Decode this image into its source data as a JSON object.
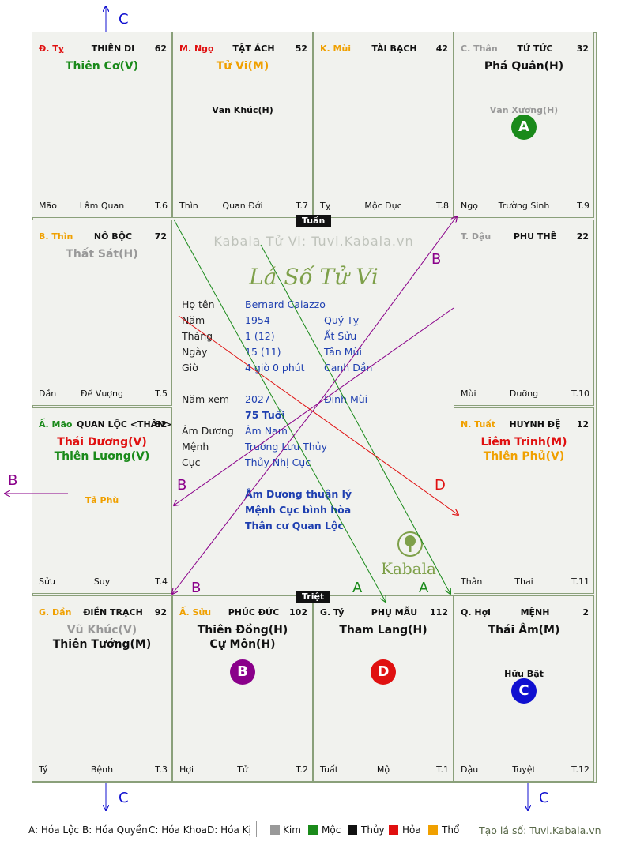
{
  "watermark": "Kabala Tử Vi: Tuvi.Kabala.vn",
  "chart_title": "Lá Số Tử Vi",
  "brand": "Kabala",
  "center_tags": {
    "top": "Tuần",
    "bottom": "Triệt"
  },
  "colors": {
    "moc": "#1a8a1a",
    "hoa": "#e01010",
    "tho": "#f0a000",
    "kim": "#999999",
    "thuy": "#111111",
    "purple": "#8a008a",
    "blue": "#1010d0"
  },
  "cells": [
    {
      "can": "Đ. Tỵ",
      "can_color": "#e01010",
      "palace": "THIÊN DI",
      "num": "62",
      "main": [
        {
          "t": "Thiên Cơ(V)",
          "c": "#1a8a1a"
        }
      ],
      "minors": [],
      "bl": "Mão",
      "bc": "Lâm Quan",
      "br": "T.6"
    },
    {
      "can": "M. Ngọ",
      "can_color": "#e01010",
      "palace": "TẬT ÁCH",
      "num": "52",
      "main": [
        {
          "t": "Tử Vi(M)",
          "c": "#f0a000"
        }
      ],
      "minors": [
        {
          "t": "Văn Khúc(H)",
          "c": "#111111"
        }
      ],
      "bl": "Thìn",
      "bc": "Quan Đới",
      "br": "T.7"
    },
    {
      "can": "K. Mùi",
      "can_color": "#f0a000",
      "palace": "TÀI BẠCH",
      "num": "42",
      "main": [],
      "minors": [],
      "bl": "Tỵ",
      "bc": "Mộc Dục",
      "br": "T.8"
    },
    {
      "can": "C. Thân",
      "can_color": "#999999",
      "palace": "TỬ TỨC",
      "num": "32",
      "main": [
        {
          "t": "Phá Quân(H)",
          "c": "#111111"
        }
      ],
      "minors": [
        {
          "t": "Văn Xương(H)",
          "c": "#999999"
        }
      ],
      "circle": {
        "label": "A",
        "color": "#1a8a1a"
      },
      "bl": "Ngọ",
      "bc": "Trường Sinh",
      "br": "T.9"
    },
    {
      "can": "B. Thìn",
      "can_color": "#f0a000",
      "palace": "NÔ BỘC",
      "num": "72",
      "main": [
        {
          "t": "Thất Sát(H)",
          "c": "#999999"
        }
      ],
      "minors": [],
      "bl": "Dần",
      "bc": "Đế Vượng",
      "br": "T.5"
    },
    {
      "can": "T. Dậu",
      "can_color": "#999999",
      "palace": "PHU THÊ",
      "num": "22",
      "main": [],
      "minors": [],
      "bl": "Mùi",
      "bc": "Dưỡng",
      "br": "T.10"
    },
    {
      "can": "Ấ. Mão",
      "can_color": "#1a8a1a",
      "palace": "QUAN LỘC <THÂN>",
      "num": "82",
      "main": [
        {
          "t": "Thái Dương(V)",
          "c": "#e01010"
        },
        {
          "t": "Thiên Lương(V)",
          "c": "#1a8a1a"
        }
      ],
      "minors": [
        {
          "t": "Tả Phù",
          "c": "#f0a000"
        }
      ],
      "bl": "Sửu",
      "bc": "Suy",
      "br": "T.4"
    },
    {
      "can": "N. Tuất",
      "can_color": "#f0a000",
      "palace": "HUYNH ĐỆ",
      "num": "12",
      "main": [
        {
          "t": "Liêm Trinh(M)",
          "c": "#e01010"
        },
        {
          "t": "Thiên Phủ(V)",
          "c": "#f0a000"
        }
      ],
      "minors": [],
      "bl": "Thân",
      "bc": "Thai",
      "br": "T.11"
    },
    {
      "can": "G. Dần",
      "can_color": "#f0a000",
      "palace": "ĐIỀN TRẠCH",
      "num": "92",
      "main": [
        {
          "t": "Vũ Khúc(V)",
          "c": "#999999"
        },
        {
          "t": "Thiên Tướng(M)",
          "c": "#111111"
        }
      ],
      "minors": [],
      "bl": "Tý",
      "bc": "Bệnh",
      "br": "T.3"
    },
    {
      "can": "Ấ. Sửu",
      "can_color": "#f0a000",
      "palace": "PHÚC ĐỨC",
      "num": "102",
      "main": [
        {
          "t": "Thiên Đồng(H)",
          "c": "#111111"
        },
        {
          "t": "Cự Môn(H)",
          "c": "#111111"
        }
      ],
      "minors": [],
      "circle": {
        "label": "B",
        "color": "#8a008a"
      },
      "bl": "Hợi",
      "bc": "Tử",
      "br": "T.2"
    },
    {
      "can": "G. Tý",
      "can_color": "#111111",
      "palace": "PHỤ MẪU",
      "num": "112",
      "main": [
        {
          "t": "Tham Lang(H)",
          "c": "#111111"
        }
      ],
      "minors": [],
      "circle": {
        "label": "D",
        "color": "#e01010"
      },
      "bl": "Tuất",
      "bc": "Mộ",
      "br": "T.1"
    },
    {
      "can": "Q. Hợi",
      "can_color": "#111111",
      "palace": "MỆNH",
      "num": "2",
      "main": [
        {
          "t": "Thái Âm(M)",
          "c": "#111111"
        }
      ],
      "minors": [
        {
          "t": "Hữu Bật",
          "c": "#111111"
        }
      ],
      "circle": {
        "label": "C",
        "color": "#1010d0"
      },
      "bl": "Dậu",
      "bc": "Tuyệt",
      "br": "T.12"
    }
  ],
  "info": {
    "ho_ten_label": "Họ tên",
    "ho_ten": "Bernard Caiazzo",
    "nam_label": "Năm",
    "nam": "1954",
    "nam_cc": "Quý Tỵ",
    "thang_label": "Tháng",
    "thang": "1  (12)",
    "thang_cc": "Ất Sửu",
    "ngay_label": "Ngày",
    "ngay": "15  (11)",
    "ngay_cc": "Tân Mùi",
    "gio_label": "Giờ",
    "gio": "4 giờ 0 phút",
    "gio_cc": "Canh Dần",
    "namxem_label": "Năm xem",
    "namxem": "2027",
    "namxem_cc": "Đinh Mùi",
    "tuoi": "75 Tuổi",
    "amduong_label": "Âm Dương",
    "amduong": "Âm Nam",
    "menh_label": "Mệnh",
    "menh": "Trường Lưu Thủy",
    "cuc_label": "Cục",
    "cuc": "Thủy Nhị Cục",
    "note1": "Âm Dương thuận lý",
    "note2": "Mệnh Cục bình hòa",
    "note3": "Thân cư Quan Lộc"
  },
  "arrow_labels": {
    "a": "A",
    "b": "B",
    "c": "C",
    "d": "D"
  },
  "legend": {
    "a": "A: Hóa Lộc",
    "b": "B: Hóa Quyền",
    "c": "C: Hóa Khoa",
    "d": "D: Hóa Kị",
    "kim": "Kim",
    "moc": "Mộc",
    "thuy": "Thủy",
    "hoa": "Hỏa",
    "tho": "Thổ",
    "credit": "Tạo lá số: Tuvi.Kabala.vn"
  }
}
